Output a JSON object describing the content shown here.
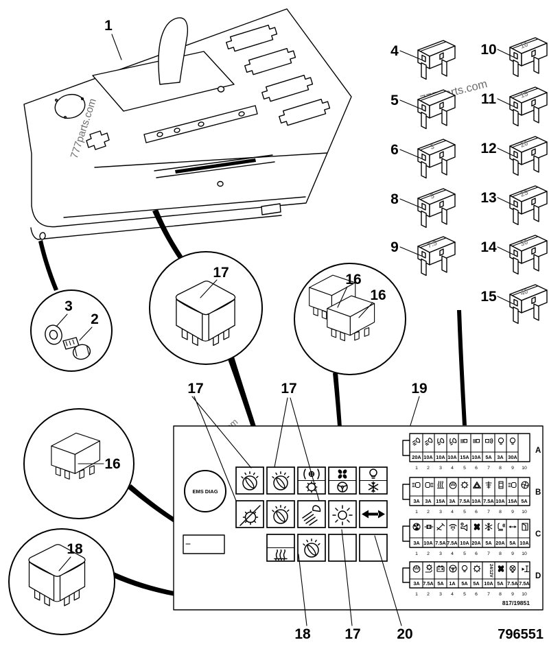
{
  "watermark": "777parts.com",
  "doc_number": "796551",
  "callouts": {
    "bracket": "1",
    "bolt": "2",
    "washer": "3",
    "relay_circle": "17",
    "relay_pair_a": "16",
    "relay_pair_b": "16",
    "relay_left": "16",
    "relay_bottom": "18",
    "panel_top_left": "17",
    "panel_top_mid": "17",
    "panel_box": "19",
    "panel_bottom_left": "18",
    "panel_bottom_mid": "17",
    "panel_bottom_right": "20"
  },
  "fuses": [
    {
      "id": "4",
      "marking": ""
    },
    {
      "id": "5",
      "marking": ""
    },
    {
      "id": "6",
      "marking": "3"
    },
    {
      "id": "8",
      "marking": "5"
    },
    {
      "id": "9",
      "marking": "7.5"
    },
    {
      "id": "10",
      "marking": "10"
    },
    {
      "id": "11",
      "marking": "15"
    },
    {
      "id": "12",
      "marking": "20"
    },
    {
      "id": "13",
      "marking": "25"
    },
    {
      "id": "14",
      "marking": "30"
    },
    {
      "id": "15",
      "marking": "40"
    }
  ],
  "relay_panel": {
    "ems_label": "EMS DIAG",
    "cells": {
      "row1": [
        "timer",
        "timer",
        "horn/gear",
        "fan/steering",
        "bulb/snowflake"
      ],
      "row2": [
        "gear-slash",
        "timer",
        "head-beam",
        "bulb-rays",
        "double-arrow"
      ],
      "row3": [
        "heater",
        "timer",
        "empty",
        "empty"
      ]
    }
  },
  "fuse_panel": {
    "ref": "817/19851",
    "rows": [
      {
        "letter": "A",
        "slots": [
          {
            "n": "1",
            "amp": "20A",
            "icon": "low-beam"
          },
          {
            "n": "2",
            "amp": "10A",
            "icon": "low-beam"
          },
          {
            "n": "3",
            "amp": "10A",
            "icon": "fog-light"
          },
          {
            "n": "4",
            "amp": "10A",
            "icon": "fog-light"
          },
          {
            "n": "5",
            "amp": "15A",
            "icon": "tail-lamp"
          },
          {
            "n": "6",
            "amp": "10A",
            "icon": "tail-lamp"
          },
          {
            "n": "7",
            "amp": "5A",
            "icon": "park-lamp"
          },
          {
            "n": "8",
            "amp": "3A",
            "icon": "bulb"
          },
          {
            "n": "9",
            "amp": "30A",
            "icon": "bulb"
          },
          {
            "n": "10",
            "amp": "",
            "icon": ""
          }
        ]
      },
      {
        "letter": "B",
        "slots": [
          {
            "n": "1",
            "amp": "3A",
            "icon": "position-lamp-left"
          },
          {
            "n": "2",
            "amp": "3A",
            "icon": "position-lamp-right"
          },
          {
            "n": "3",
            "amp": "15A",
            "icon": "heater-coil"
          },
          {
            "n": "4",
            "amp": "3A",
            "icon": "gauge"
          },
          {
            "n": "5",
            "amp": "7.5A",
            "icon": "gear-ring"
          },
          {
            "n": "6",
            "amp": "10A",
            "icon": "warning-triangle"
          },
          {
            "n": "7",
            "amp": "7.5A",
            "icon": "antenna"
          },
          {
            "n": "8",
            "amp": "10A",
            "icon": "connector"
          },
          {
            "n": "9",
            "amp": "15A",
            "icon": "position-lamp-left"
          },
          {
            "n": "10",
            "amp": "5A",
            "icon": "fan"
          }
        ]
      },
      {
        "letter": "C",
        "slots": [
          {
            "n": "1",
            "amp": "3A",
            "icon": "fan-clock"
          },
          {
            "n": "2",
            "amp": "10A",
            "icon": "fuse"
          },
          {
            "n": "3",
            "amp": "7.5A",
            "icon": "wiper"
          },
          {
            "n": "4",
            "amp": "7.5A",
            "icon": "washer-wiper"
          },
          {
            "n": "5",
            "amp": "10A",
            "icon": "horn"
          },
          {
            "n": "6",
            "amp": "20A",
            "icon": "fan-black"
          },
          {
            "n": "7",
            "amp": "5A",
            "icon": "snowflake"
          },
          {
            "n": "8",
            "amp": "20A",
            "icon": "heated-seat"
          },
          {
            "n": "9",
            "amp": "5A",
            "icon": "mirror-arrows"
          },
          {
            "n": "10",
            "amp": "10A",
            "icon": "door"
          }
        ]
      },
      {
        "letter": "D",
        "slots": [
          {
            "n": "1",
            "amp": "3A",
            "icon": "gauge"
          },
          {
            "n": "2",
            "amp": "7.5A",
            "icon": "oil-gear"
          },
          {
            "n": "3",
            "amp": "5A",
            "icon": "battery"
          },
          {
            "n": "4",
            "amp": "1A",
            "icon": "steering"
          },
          {
            "n": "5",
            "amp": "5A",
            "icon": "bulb"
          },
          {
            "n": "6",
            "amp": "5A",
            "icon": "gear-ring"
          },
          {
            "n": "7",
            "amp": "10A",
            "icon": "voltage-label",
            "icon_text": "24/12V"
          },
          {
            "n": "8",
            "amp": "5A",
            "icon": "fan-black"
          },
          {
            "n": "9",
            "amp": "7.5A",
            "icon": "crossed-bulb"
          },
          {
            "n": "10",
            "amp": "7.5A",
            "icon": "trailer-hitch"
          }
        ]
      }
    ]
  }
}
